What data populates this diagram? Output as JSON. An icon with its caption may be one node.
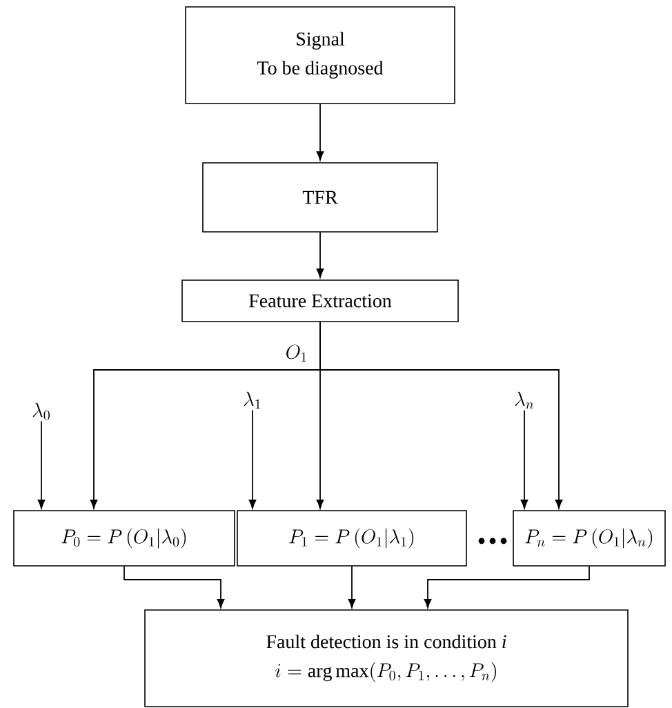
{
  "diagram": {
    "nodes": [
      {
        "text": [
          "Signal",
          "To be diagnosed"
        ]
      },
      {
        "text": [
          "TFR"
        ]
      },
      {
        "text": [
          "Feature Extraction"
        ]
      },
      {
        "text": [
          "\\lambda_0"
        ]
      },
      {
        "text": [
          "\\lambda_1"
        ]
      },
      {
        "text": [
          "\\lambda_n"
        ]
      },
      {
        "text": [
          "P_0 = P\\left(O_1\\middle|\\lambda_0\\right)"
        ]
      },
      {
        "text": [
          "P_1 = P\\left(O_1\\middle|\\lambda_1\\right)"
        ]
      },
      {
        "text": [
          "P_n = P\\left(O_1\\middle|\\lambda_n\\right)"
        ]
      },
      {
        "text": [
          "Fault detection is in condition *i*",
          "i = \\arg\\max(P_0, P_1, \\ldots, P_n)"
        ]
      }
    ],
    "edges": [
      {
        "from": 0,
        "to": 1,
        "arrow": "to"
      },
      {
        "from": 1,
        "to": 2,
        "arrow": "to"
      },
      {
        "from": 2,
        "to": 6,
        "arrow": "to"
      },
      {
        "from": 2,
        "to": 7,
        "arrow": "to"
      },
      {
        "from": 2,
        "to": 8,
        "arrow": "to"
      },
      {
        "from": 3,
        "to": 6,
        "arrow": "to"
      },
      {
        "from": 4,
        "to": 7,
        "arrow": "to"
      },
      {
        "from": 5,
        "to": 8,
        "arrow": "to"
      },
      {
        "from": 6,
        "to": 9,
        "arrow": "to"
      },
      {
        "from": 7,
        "to": 9,
        "arrow": "to"
      },
      {
        "from": 8,
        "to": 9,
        "arrow": "to"
      }
    ],
    "labels": [
      "O_1"
    ]
  }
}
